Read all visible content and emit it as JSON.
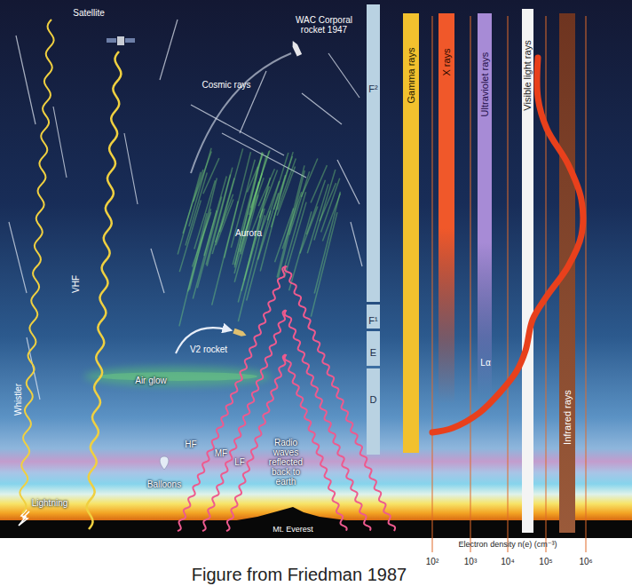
{
  "diagram": {
    "caption": "Figure from Friedman 1987",
    "nodes": [
      {
        "text": [
          "F²"
        ]
      },
      {
        "text": [
          "F¹"
        ]
      },
      {
        "text": [
          "E"
        ]
      },
      {
        "text": [
          "D"
        ]
      },
      {
        "text": [
          "Gamma rays"
        ]
      },
      {
        "text": [
          "X rays"
        ]
      },
      {
        "text": [
          "Ultraviolet rays"
        ]
      },
      {
        "text": [
          "Visible light rays"
        ]
      },
      {
        "text": [
          "Infrared rays"
        ]
      }
    ],
    "labels": [
      "Satellite",
      "WAC Corporal rocket 1947",
      "Cosmic rays",
      "Aurora",
      "VHF",
      "V2 rocket",
      "Air glow",
      "Whistler",
      "HF",
      "MF",
      "LF",
      "Radio waves reflected back to earth",
      "Balloons",
      "Lightning",
      "Mt. Everest",
      "Lα",
      "10²",
      "10³",
      "10⁴",
      "10⁵",
      "10⁶",
      "Electron density n(e) (cm⁻³)"
    ]
  }
}
